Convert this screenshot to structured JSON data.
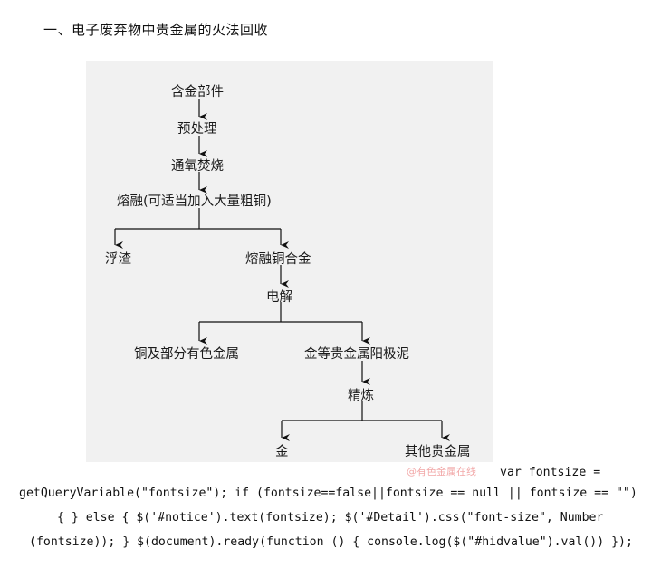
{
  "heading": "一、电子废弃物中贵金属的火法回收",
  "diagram": {
    "nodes": {
      "n1": "含金部件",
      "n2": "预处理",
      "n3": "通氧焚烧",
      "n4": "熔融(可适当加入大量粗铜)",
      "n5": "浮渣",
      "n6": "熔融铜合金",
      "n7": "电解",
      "n8": "铜及部分有色金属",
      "n9": "金等贵金属阳极泥",
      "n10": "精炼",
      "n11": "金",
      "n12": "其他贵金属"
    }
  },
  "watermark": "@有色金属在线",
  "code": {
    "line1": "var fontsize =",
    "line2": "getQueryVariable(\"fontsize\"); if (fontsize==false||fontsize == null || fontsize == \"\")",
    "line3": "{ } else { $('#notice').text(fontsize); $('#Detail').css(\"font-size\", Number",
    "line4": "(fontsize)); } $(document).ready(function () { console.log($(\"#hidvalue\").val()) });"
  }
}
